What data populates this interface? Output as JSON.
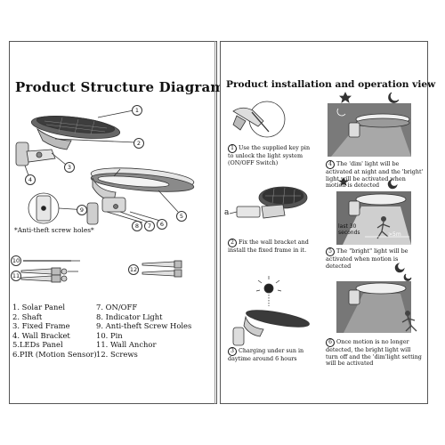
{
  "left_panel": {
    "title": "Product Structure Diagram",
    "anti_theft_note": "*Anti-theft screw holes*",
    "parts_col1": [
      "1. Solar Panel",
      "2. Shaft",
      "3. Fixed Frame",
      "4. Wall Bracket",
      "5.LEDs Panel",
      "6.PIR (Motion Sensor)"
    ],
    "parts_col2": [
      "7. ON/OFF",
      "8. Indicator  Light",
      "9. Anti-theft Screw Holes",
      "10. Pin",
      "11. Wall Anchor",
      "12. Screws"
    ],
    "callouts": [
      "1",
      "2",
      "3",
      "4",
      "5",
      "6",
      "7",
      "8",
      "9",
      "10",
      "11",
      "12"
    ]
  },
  "right_panel": {
    "title": "Product installation and  operation view",
    "steps": [
      {
        "num": "1",
        "text": "Use the supplied key pin to unlock the light system (ON/OFF Switch)"
      },
      {
        "num": "2",
        "text": "Fix the wall bracket and install the fixed frame in it."
      },
      {
        "num": "3",
        "text": "Charging under sun in daytime around 6 hours"
      },
      {
        "num": "4",
        "text": "The 'dim' light will be activated at night and the 'bright' light will be activated when motion is detected"
      },
      {
        "num": "5",
        "text": "The \"bright\" light will be activated when motion is detected"
      },
      {
        "num": "6",
        "text": "Once motion is no longer detected, the bright light will turn off and the 'dim'light setting will be activated"
      }
    ],
    "label_a": "a",
    "label_last": "last 30 seconds",
    "label_distance": ">5m"
  }
}
